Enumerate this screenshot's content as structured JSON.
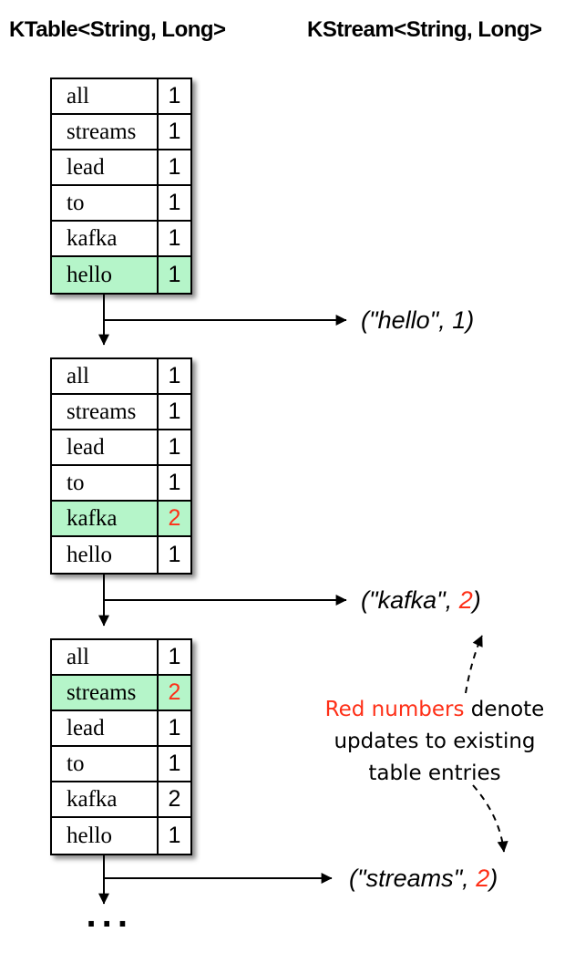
{
  "headers": {
    "ktable": "KTable<String, Long>",
    "kstream": "KStream<String, Long>"
  },
  "colors": {
    "highlight_green": "#b5f5c9",
    "update_red": "#fe2f17",
    "text_black": "#000000"
  },
  "tables": [
    {
      "name": "ktable-state-1",
      "rows": [
        {
          "word": "all",
          "value": "1",
          "highlight": false,
          "red_value": false
        },
        {
          "word": "streams",
          "value": "1",
          "highlight": false,
          "red_value": false
        },
        {
          "word": "lead",
          "value": "1",
          "highlight": false,
          "red_value": false
        },
        {
          "word": "to",
          "value": "1",
          "highlight": false,
          "red_value": false
        },
        {
          "word": "kafka",
          "value": "1",
          "highlight": false,
          "red_value": false
        },
        {
          "word": "hello",
          "value": "1",
          "highlight": true,
          "red_value": false
        }
      ]
    },
    {
      "name": "ktable-state-2",
      "rows": [
        {
          "word": "all",
          "value": "1",
          "highlight": false,
          "red_value": false
        },
        {
          "word": "streams",
          "value": "1",
          "highlight": false,
          "red_value": false
        },
        {
          "word": "lead",
          "value": "1",
          "highlight": false,
          "red_value": false
        },
        {
          "word": "to",
          "value": "1",
          "highlight": false,
          "red_value": false
        },
        {
          "word": "kafka",
          "value": "2",
          "highlight": true,
          "red_value": true
        },
        {
          "word": "hello",
          "value": "1",
          "highlight": false,
          "red_value": false
        }
      ]
    },
    {
      "name": "ktable-state-3",
      "rows": [
        {
          "word": "all",
          "value": "1",
          "highlight": false,
          "red_value": false
        },
        {
          "word": "streams",
          "value": "2",
          "highlight": true,
          "red_value": true
        },
        {
          "word": "lead",
          "value": "1",
          "highlight": false,
          "red_value": false
        },
        {
          "word": "to",
          "value": "1",
          "highlight": false,
          "red_value": false
        },
        {
          "word": "kafka",
          "value": "2",
          "highlight": false,
          "red_value": false
        },
        {
          "word": "hello",
          "value": "1",
          "highlight": false,
          "red_value": false
        }
      ]
    }
  ],
  "stream_outputs": [
    {
      "before": "(\"hello\", ",
      "value": "1",
      "after": ")",
      "red_value": false
    },
    {
      "before": "(\"kafka\", ",
      "value": "2",
      "after": ")",
      "red_value": true
    },
    {
      "before": "(\"streams\", ",
      "value": "2",
      "after": ")",
      "red_value": true
    }
  ],
  "annotation": {
    "highlight": "Red numbers",
    "line1_rest": " denote",
    "line2": "updates to existing",
    "line3": "table entries"
  },
  "ellipsis": "..."
}
